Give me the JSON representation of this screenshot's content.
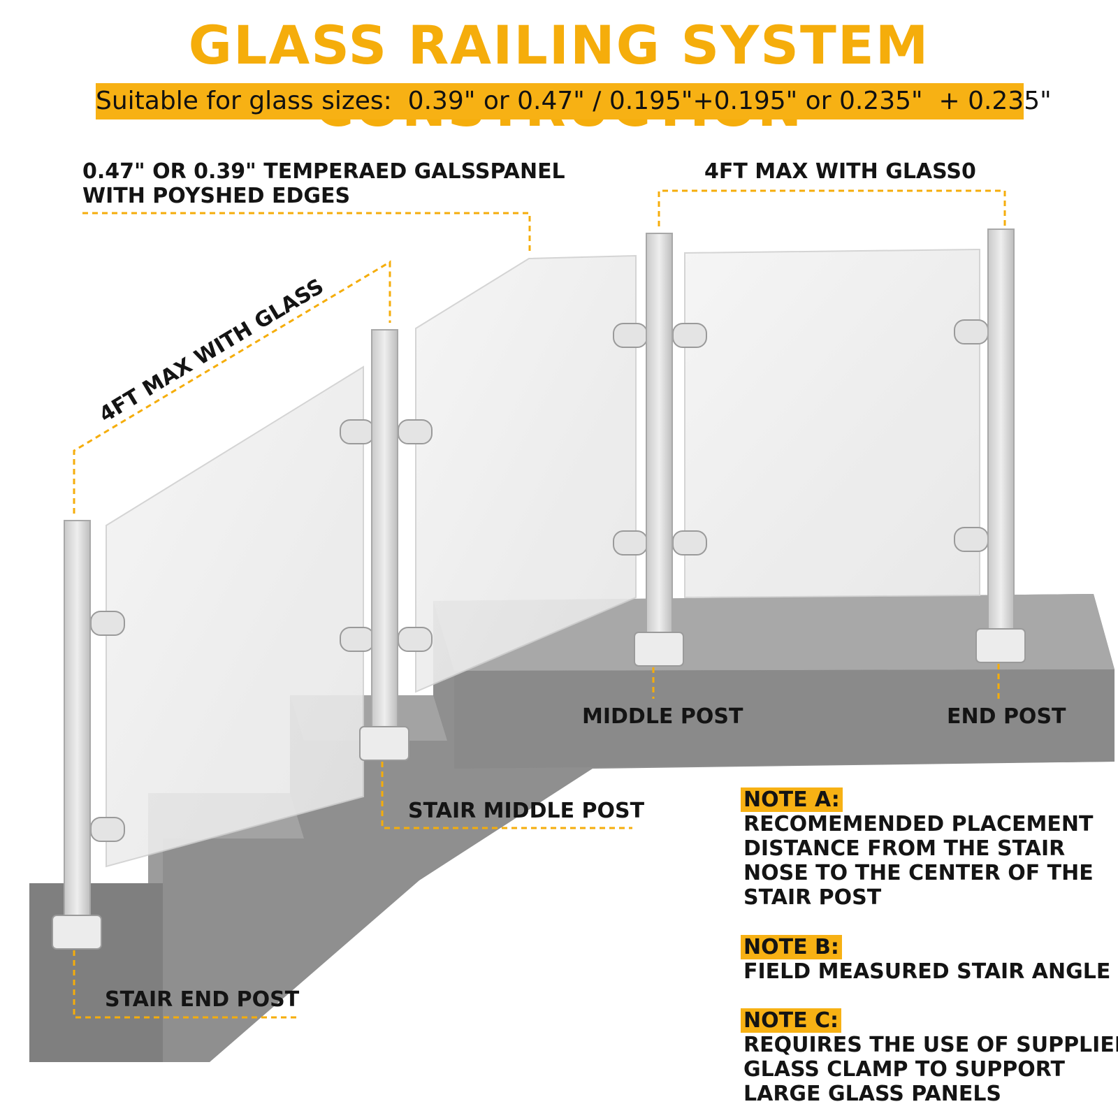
{
  "title": "GLASS RAILING SYSTEM CONSTRUCTION",
  "subtitle": "Suitable for glass sizes:  0.39\" or 0.47\" / 0.195\"+0.195\" or 0.235\"  + 0.235\"",
  "labels": {
    "panel_line1": "0.47\" OR 0.39\" TEMPERAED GALSSPANEL",
    "panel_line2": "WITH POYSHED EDGES",
    "max_flat": "4FT MAX WITH GLASS0",
    "max_stair": "4FT MAX WITH GLASS",
    "middle_post": "MIDDLE POST",
    "end_post": "END POST",
    "stair_middle_post": "STAIR MIDDLE POST",
    "stair_end_post": "STAIR END POST"
  },
  "notes": [
    {
      "head": "NOTE A:",
      "lines": [
        "RECOMEMENDED PLACEMENT",
        "DISTANCE FROM THE STAIR",
        "NOSE TO THE CENTER OF THE",
        "STAIR POST"
      ]
    },
    {
      "head": "NOTE B:",
      "lines": [
        "FIELD MEASURED STAIR ANGLE"
      ]
    },
    {
      "head": "NOTE C:",
      "lines": [
        "REQUIRES THE USE OF SUPPLIED",
        "GLASS CLAMP TO SUPPORT",
        "LARGE GLASS PANELS"
      ]
    }
  ],
  "colors": {
    "accent": "#f7b114",
    "title": "#f5ad0b",
    "stair": "#8c8c8c",
    "post": "#d9d9d9",
    "text": "#141414"
  }
}
